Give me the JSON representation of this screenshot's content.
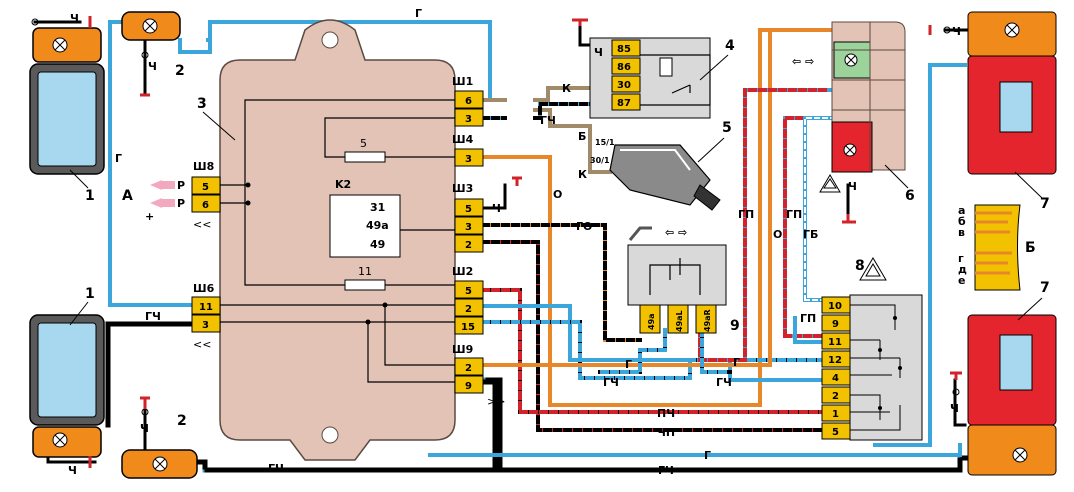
{
  "colors": {
    "blue": "#3aa6dc",
    "orange": "#e8872a",
    "red": "#d2232a",
    "black": "#000000",
    "tan": "#a08a6a",
    "relay_body": "#e2c3b6",
    "connector": "#f2c200",
    "lamp_orange": "#f08a1a",
    "lamp_red": "#e5252d",
    "panel_grey": "#d9d9d9"
  },
  "components": {
    "headlight_label": "1",
    "side_repeater_label": "2",
    "relay_unit_label": "3",
    "relay_label": "4",
    "ignition_switch_label": "5",
    "instrument_cluster_label": "6",
    "tail_light_label": "7",
    "hazard_switch_label": "8",
    "turn_switch_label": "9",
    "k2_label": "K2",
    "fuse_top_label": "5",
    "fuse_bottom_label": "11",
    "view_a_label": "A",
    "view_b_label": "Б"
  },
  "connectors": {
    "sh1": {
      "name": "Ш1",
      "pins": [
        "6",
        "3"
      ]
    },
    "sh4": {
      "name": "Ш4",
      "pins": [
        "3"
      ]
    },
    "sh3": {
      "name": "Ш3",
      "pins": [
        "5",
        "3",
        "2"
      ]
    },
    "sh2": {
      "name": "Ш2",
      "pins": [
        "5",
        "2",
        "15"
      ]
    },
    "sh9": {
      "name": "Ш9",
      "pins": [
        "2",
        "9"
      ]
    },
    "sh8": {
      "name": "Ш8",
      "pins": [
        "5",
        "6"
      ]
    },
    "sh6": {
      "name": "Ш6",
      "pins": [
        "11",
        "3"
      ]
    },
    "relay4_pins": [
      "85",
      "86",
      "30",
      "87"
    ],
    "k2_pins": [
      "31",
      "49a",
      "49"
    ],
    "hazard_pins": [
      "10",
      "9",
      "11",
      "12",
      "4",
      "2",
      "1",
      "5"
    ],
    "turn_switch_pins": [
      "49a",
      "49aL",
      "49aR"
    ]
  },
  "wire_labels": {
    "g": "Г",
    "ch": "Ч",
    "gch": "ГЧ",
    "k": "К",
    "b": "Б",
    "o": "О",
    "go": "ГО",
    "gp": "ГП",
    "gb": "ГБ",
    "pch": "ПЧ",
    "chp": "ЧП",
    "p": "Р",
    "plus": "+",
    "t15": "15/1",
    "t30": "30/1"
  },
  "view_b_letters": [
    "а",
    "б",
    "в",
    "г",
    "д",
    "е"
  ]
}
